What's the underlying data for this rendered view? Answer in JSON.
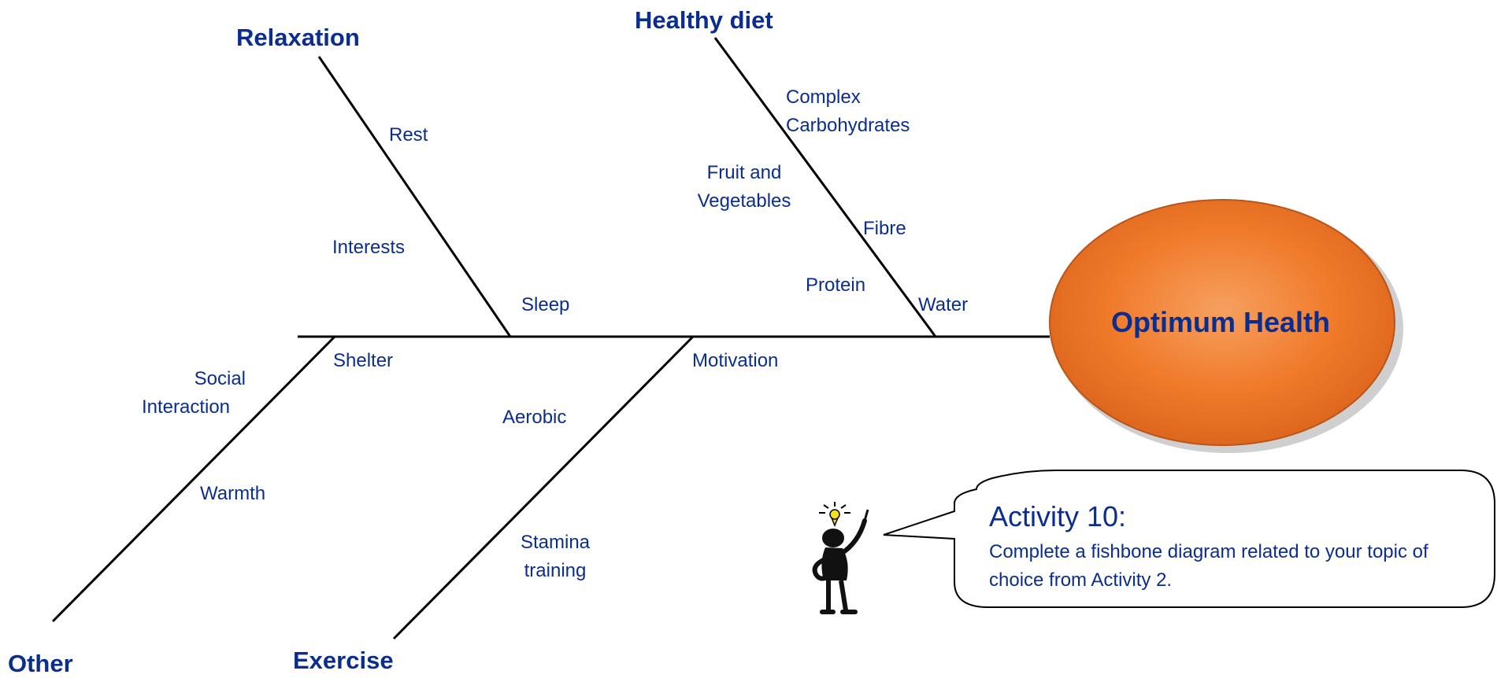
{
  "head": {
    "title": "Optimum Health",
    "fill": "#f07a2a"
  },
  "categories": {
    "relaxation": "Relaxation",
    "healthy_diet": "Healthy diet",
    "other": "Other",
    "exercise": "Exercise"
  },
  "causes": {
    "rest": "Rest",
    "interests": "Interests",
    "sleep": "Sleep",
    "complex_carbs": [
      "Complex",
      "Carbohydrates"
    ],
    "fruit_veg": [
      "Fruit and",
      "Vegetables"
    ],
    "fibre": "Fibre",
    "protein": "Protein",
    "water": "Water",
    "shelter": "Shelter",
    "social_interaction": [
      "Social",
      "Interaction"
    ],
    "warmth": "Warmth",
    "motivation": "Motivation",
    "aerobic": "Aerobic",
    "stamina_training": [
      "Stamina",
      "training"
    ]
  },
  "activity": {
    "title": "Activity 10:",
    "body": "Complete a fishbone diagram related to your topic of choice from Activity 2."
  },
  "colors": {
    "text": "#0b2d8e",
    "line": "#000000",
    "head": "#f07a2a"
  }
}
